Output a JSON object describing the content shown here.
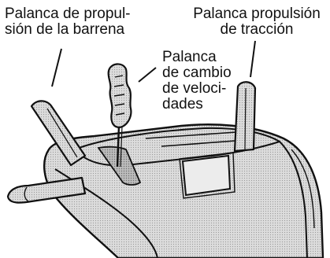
{
  "labels": {
    "auger_lever": [
      "Palanca de propul-",
      "sión de la barrena"
    ],
    "gear_lever": [
      "Palanca",
      "de cambio",
      "de veloci-",
      "dades"
    ],
    "drive_lever": [
      "Palanca propulsión",
      "de tracción"
    ]
  },
  "colors": {
    "ink": "#111111",
    "fill": "#d4d4d4",
    "fill_light": "#e6e6e6",
    "fill_dark": "#b4b4b4"
  }
}
